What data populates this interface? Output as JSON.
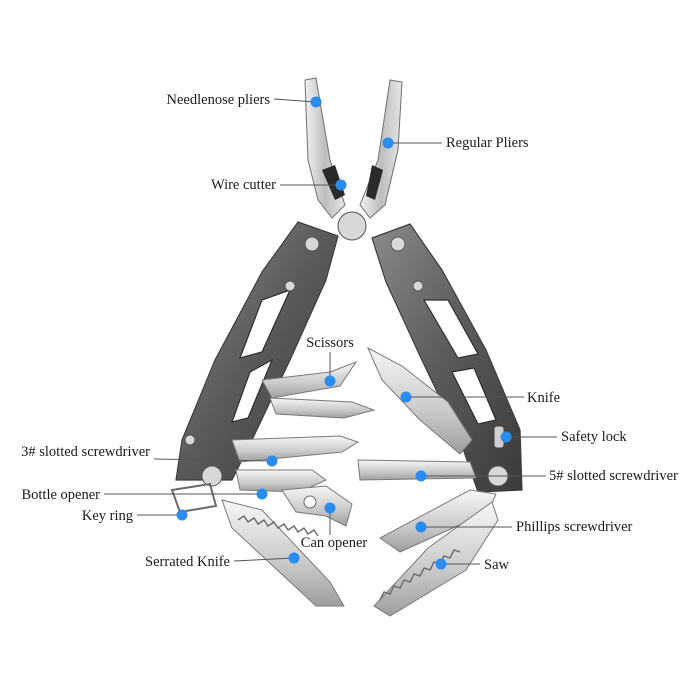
{
  "labels": {
    "needlenose_pliers": "Needlenose pliers",
    "regular_pliers": "Regular Pliers",
    "wire_cutter": "Wire cutter",
    "scissors": "Scissors",
    "knife": "Knife",
    "safety_lock": "Safety lock",
    "slotted_3": "3# slotted screwdriver",
    "slotted_5": "5# slotted screwdriver",
    "bottle_opener": "Bottle opener",
    "key_ring": "Key ring",
    "can_opener": "Can opener",
    "phillips": "Phillips screwdriver",
    "serrated_knife": "Serrated Knife",
    "saw": "Saw"
  },
  "colors": {
    "marker": "#2b8cf0",
    "leader": "#555555",
    "background": "#ffffff"
  }
}
